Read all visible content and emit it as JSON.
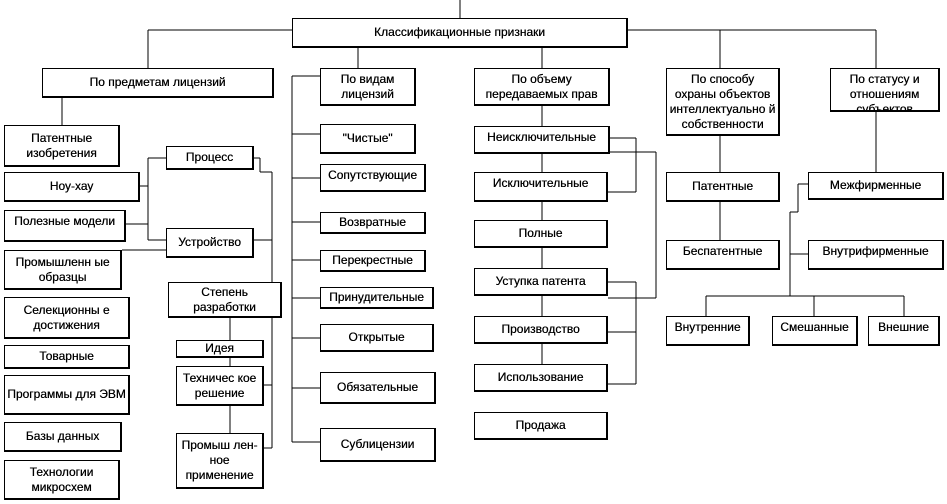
{
  "root": "Классификационные признаки",
  "categories": {
    "subject": "По предметам лицензий",
    "types": "По видам лицензий",
    "volume": "По объему передаваемых прав",
    "protection": "По способу охраны объектов интеллектуально й собственности",
    "status": "По статусу и отношениям субъектов"
  },
  "subject_items": {
    "patent": "Патентные изобретения",
    "knowhow": "Ноу-хау",
    "useful": "Полезные модели",
    "industrial": "Промышленн ые образцы",
    "selection": "Селекционны е достижения",
    "trade": "Товарные",
    "programs": "Программы для ЭВМ",
    "databases": "Базы данных",
    "microchips": "Технологии микросхем"
  },
  "subject_sub": {
    "process": "Процесс",
    "device": "Устройство",
    "stage": "Степень разработки",
    "idea": "Идея",
    "tech": "Техничес кое решение",
    "prom": "Промыш лен-ное применение"
  },
  "types_items": {
    "pure": "\"Чистые\"",
    "accomp": "Сопутствующие",
    "return": "Возвратные",
    "cross": "Перекрестные",
    "forced": "Принудительные",
    "open": "Открытые",
    "mandatory": "Обязательные",
    "sub": "Сублицензии"
  },
  "volume_items": {
    "nonexcl": "Неисключительные",
    "excl": "Исключительные",
    "full": "Полные",
    "assign": "Уступка патента",
    "production": "Производство",
    "usage": "Использование",
    "sale": "Продажа"
  },
  "protection_items": {
    "patent": "Патентные",
    "nonpatent": "Беспатентные"
  },
  "status_items": {
    "inter": "Межфирменные",
    "intra": "Внутрифирменные",
    "internal": "Внутренние",
    "mixed": "Смешанные",
    "external": "Внешние"
  }
}
